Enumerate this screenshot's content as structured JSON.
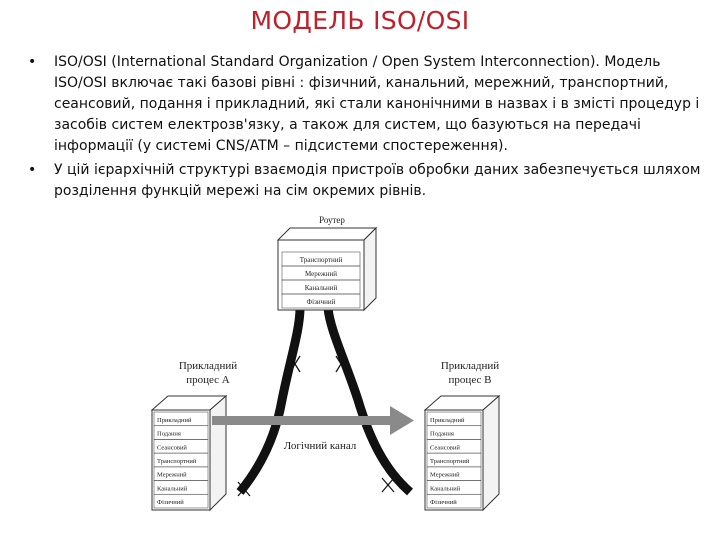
{
  "title": "МОДЕЛЬ ISO/OSI",
  "bullets": [
    "ISO/OSI (International Standard Organization / Open System Interconnection). Модель ISO/OSI включає такі базові рівні : фізичний, канальний, мережний, транспортний, сеансовий, подання і прикладний, які стали канонічними в назвах і в змісті процедур і засобів систем електрозв'язку, а також для систем, що базуються на передачі інформації (у системі CNS/ATM – підсистеми спостереження).",
    "У цій ієрархічній структурі взаємодія пристроїв обробки даних забезпечується шляхом розділення функцій мережі на сім окремих рівнів."
  ],
  "diagram": {
    "router": {
      "label": "Роутер",
      "layers": [
        "Транспортний",
        "Мережний",
        "Канальний",
        "Фізичний"
      ]
    },
    "process_a": {
      "label_line1": "Прикладний",
      "label_line2": "процес А",
      "layers": [
        "Прикладний",
        "Подання",
        "Сеансовий",
        "Транспортний",
        "Мережний",
        "Канальний",
        "Фізичний"
      ]
    },
    "process_b": {
      "label_line1": "Прикладний",
      "label_line2": "процес В",
      "layers": [
        "Прикладний",
        "Подання",
        "Сеансовий",
        "Транспортний",
        "Мережний",
        "Канальний",
        "Фізичний"
      ]
    },
    "logical_channel": "Логічний канал",
    "colors": {
      "arrow": "#8a8a8a",
      "link": "#111111",
      "box": "#ffffff",
      "stroke": "#333333"
    }
  }
}
